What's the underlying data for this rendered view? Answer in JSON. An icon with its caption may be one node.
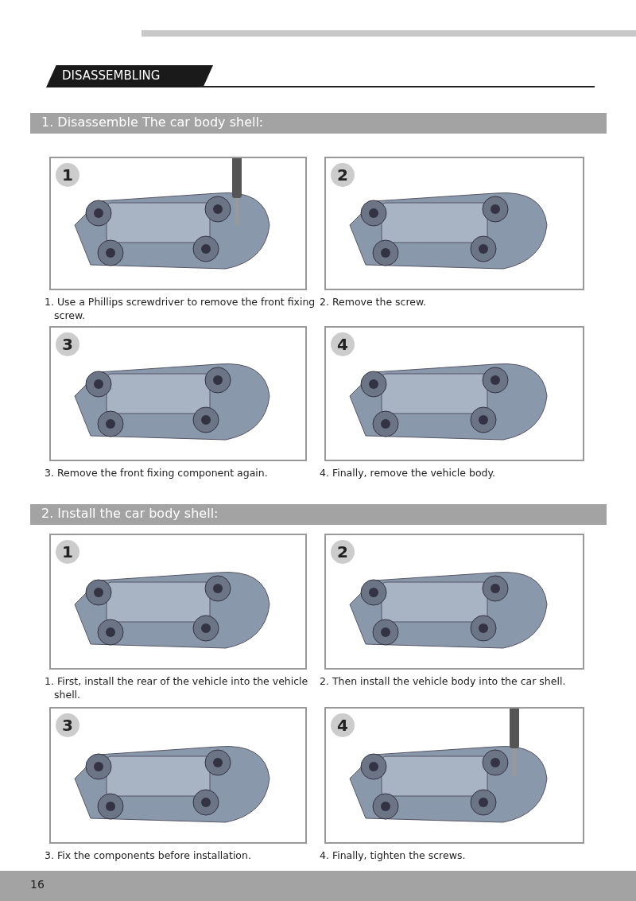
{
  "diagram": {
    "title": "DISASSEMBLING",
    "nodes": [
      {
        "text": [
          "1. Disassemble The car body shell:"
        ]
      },
      {
        "text": [
          "1"
        ],
        "beside": [
          "1. Use a Phillips screwdriver to remove the front fixing screw."
        ]
      },
      {
        "text": [
          "2"
        ],
        "beside": [
          "2. Remove the screw."
        ]
      },
      {
        "text": [
          "3"
        ],
        "beside": [
          "3. Remove the front fixing component again."
        ]
      },
      {
        "text": [
          "4"
        ],
        "beside": [
          "4. Finally, remove the vehicle body."
        ]
      },
      {
        "text": [
          "2. Install the car body shell:"
        ]
      },
      {
        "text": [
          "1"
        ],
        "beside": [
          "1. First, install the rear of the vehicle into the vehicle shell."
        ]
      },
      {
        "text": [
          "2"
        ],
        "beside": [
          "2. Then install the vehicle body into the car shell."
        ]
      },
      {
        "text": [
          "3"
        ],
        "beside": [
          "3. Fix the components before installation."
        ]
      },
      {
        "text": [
          "4"
        ],
        "beside": [
          "4. Finally, tighten the screws."
        ]
      }
    ],
    "labels": [
      "16"
    ]
  }
}
